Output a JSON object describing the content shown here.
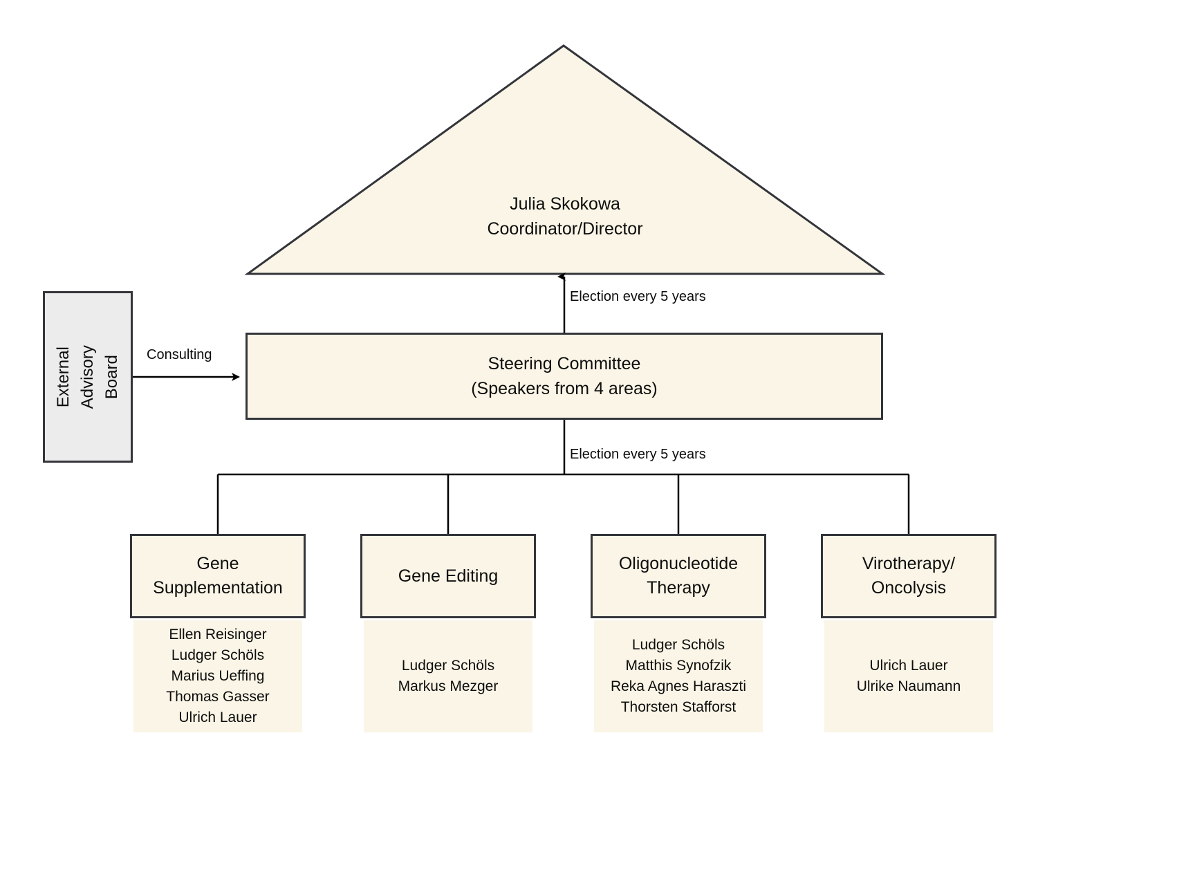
{
  "diagram": {
    "title_node": {
      "name": "Julia Skokowa",
      "role": "Coordinator/Director",
      "text": "Julia Skokowa\nCoordinator/Director"
    },
    "advisory_board": {
      "label": "External Advisory\nBoard",
      "fill": "#ececec",
      "border": "#33353b"
    },
    "steering_committee": {
      "label": "Steering Committee\n(Speakers from 4 areas)",
      "fill": "#faf5e6",
      "border": "#33353b"
    },
    "edges": {
      "consulting": "Consulting",
      "election_to_director": "Election every 5 years",
      "election_to_areas": "Election every 5 years"
    },
    "areas": [
      {
        "title": "Gene\nSupplementation",
        "members": "Ellen Reisinger\nLudger Schöls\nMarius Ueffing\nThomas Gasser\nUlrich Lauer",
        "member_list": [
          "Ellen Reisinger",
          "Ludger Schöls",
          "Marius Ueffing",
          "Thomas Gasser",
          "Ulrich Lauer"
        ]
      },
      {
        "title": "Gene Editing",
        "members": "Ludger Schöls\nMarkus Mezger",
        "member_list": [
          "Ludger Schöls",
          "Markus Mezger"
        ]
      },
      {
        "title": "Oligonucleotide\nTherapy",
        "members": "Ludger Schöls\nMatthis Synofzik\nReka Agnes Haraszti\nThorsten Stafforst",
        "member_list": [
          "Ludger Schöls",
          "Matthis Synofzik",
          "Reka Agnes Haraszti",
          "Thorsten Stafforst"
        ]
      },
      {
        "title": "Virotherapy/\nOncolysis",
        "members": "Ulrich Lauer\nUlrike Naumann",
        "member_list": [
          "Ulrich Lauer",
          "Ulrike Naumann"
        ]
      }
    ],
    "colors": {
      "box_fill": "#faf5e6",
      "advisory_fill": "#ececec",
      "stroke": "#33353b",
      "line": "#000000",
      "text": "#0d0d0d",
      "background": "#ffffff"
    }
  }
}
